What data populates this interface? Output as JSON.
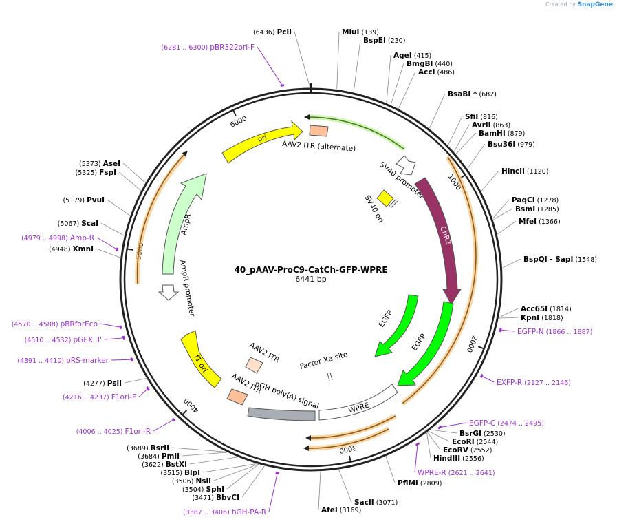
{
  "credit": {
    "prefix": "Created by",
    "brand": "SnapGene"
  },
  "plasmid": {
    "name": "40_pAAV-ProC9-CatCh-GFP-WPRE",
    "length_label": "6441 bp",
    "length": 6441
  },
  "ticks": [
    "1000",
    "2000",
    "3000",
    "4000",
    "5000",
    "6000"
  ],
  "features": [
    {
      "id": "aav2-itr-alt",
      "label": "AAV2 ITR (alternate)",
      "color": "#ffbf99",
      "shape": "box"
    },
    {
      "id": "sv40-promoter",
      "label": "SV40 promoter",
      "color": "#ffffff",
      "shape": "arrow"
    },
    {
      "id": "sv40-ori",
      "label": "SV40 ori",
      "color": "#ffff00",
      "shape": "box"
    },
    {
      "id": "chr2",
      "label": "ChR2",
      "color": "#993366",
      "shape": "arrow"
    },
    {
      "id": "egfp-1",
      "label": "EGFP",
      "color": "#00ff00",
      "shape": "arrow"
    },
    {
      "id": "egfp-2",
      "label": "EGFP",
      "color": "#00ff00",
      "shape": "arrow"
    },
    {
      "id": "wpre",
      "label": "WPRE",
      "color": "#ffffff",
      "shape": "box"
    },
    {
      "id": "hgh-polya",
      "label": "hGH poly(A) signal",
      "color": "#a8aeb3",
      "shape": "box"
    },
    {
      "id": "aav2-itr-1",
      "label": "AAV2 ITR",
      "color": "#ffbf99",
      "shape": "box"
    },
    {
      "id": "aav2-itr-2",
      "label": "AAV2 ITR",
      "color": "#ffe0cc",
      "shape": "box"
    },
    {
      "id": "f1-ori",
      "label": "f1 ori",
      "color": "#ffff00",
      "shape": "arrow"
    },
    {
      "id": "factor-xa",
      "label": "Factor Xa site",
      "color": "#ffffff",
      "shape": "site"
    },
    {
      "id": "ampr-promoter",
      "label": "AmpR promoter",
      "color": "#ffffff",
      "shape": "arrow"
    },
    {
      "id": "ampr",
      "label": "AmpR",
      "color": "#ccffcc",
      "shape": "arrow"
    },
    {
      "id": "ori",
      "label": "ori",
      "color": "#ffff00",
      "shape": "arrow"
    }
  ],
  "enzymes": [
    {
      "name": "PciI",
      "pos": "(6436)"
    },
    {
      "name": "MluI",
      "pos": "(139)"
    },
    {
      "name": "BspEI",
      "pos": "(230)"
    },
    {
      "name": "AgeI",
      "pos": "(415)"
    },
    {
      "name": "BmgBI",
      "pos": "(440)"
    },
    {
      "name": "AccI",
      "pos": "(486)"
    },
    {
      "name": "BsaBI *",
      "pos": "(682)"
    },
    {
      "name": "SfiI",
      "pos": "(816)"
    },
    {
      "name": "AvrII",
      "pos": "(863)"
    },
    {
      "name": "BamHI",
      "pos": "(879)"
    },
    {
      "name": "Bsu36I",
      "pos": "(979)"
    },
    {
      "name": "HincII",
      "pos": "(1120)"
    },
    {
      "name": "PaqCI",
      "pos": "(1278)"
    },
    {
      "name": "BsmI",
      "pos": "(1285)"
    },
    {
      "name": "MfeI",
      "pos": "(1366)"
    },
    {
      "name": "BspQI",
      "extra": "- SapI",
      "pos": "(1548)"
    },
    {
      "name": "Acc65I",
      "pos": "(1814)"
    },
    {
      "name": "KpnI",
      "pos": "(1818)"
    },
    {
      "name": "BsrGI",
      "pos": "(2530)"
    },
    {
      "name": "EcoRI",
      "pos": "(2544)"
    },
    {
      "name": "EcoRV",
      "pos": "(2552)"
    },
    {
      "name": "HindIII",
      "pos": "(2556)"
    },
    {
      "name": "PflMI",
      "pos": "(2809)"
    },
    {
      "name": "SacII",
      "pos": "(3071)"
    },
    {
      "name": "AfeI",
      "pos": "(3169)"
    },
    {
      "name": "BbvCI",
      "pos": "(3471)"
    },
    {
      "name": "SphI",
      "pos": "(3504)"
    },
    {
      "name": "NsiI",
      "pos": "(3506)"
    },
    {
      "name": "BlpI",
      "pos": "(3515)"
    },
    {
      "name": "BstXI",
      "pos": "(3622)"
    },
    {
      "name": "PmlI",
      "pos": "(3684)"
    },
    {
      "name": "RsrII",
      "pos": "(3689)"
    },
    {
      "name": "PsiI",
      "pos": "(4277)"
    },
    {
      "name": "XmnI",
      "pos": "(4948)"
    },
    {
      "name": "ScaI",
      "pos": "(5067)"
    },
    {
      "name": "PvuI",
      "pos": "(5179)"
    },
    {
      "name": "FspI",
      "pos": "(5325)"
    },
    {
      "name": "AseI",
      "pos": "(5373)"
    }
  ],
  "primers": [
    {
      "name": "pBR322ori-F",
      "range": "(6281 .. 6300)"
    },
    {
      "name": "EGFP-N",
      "range": "(1866 .. 1887)"
    },
    {
      "name": "EXFP-R",
      "range": "(2127 .. 2146)"
    },
    {
      "name": "EGFP-C",
      "range": "(2474 .. 2495)"
    },
    {
      "name": "WPRE-R",
      "range": "(2621 .. 2641)"
    },
    {
      "name": "hGH-PA-R",
      "range": "(3387 .. 3406)"
    },
    {
      "name": "F1ori-R",
      "range": "(4006 .. 4025)"
    },
    {
      "name": "F1ori-F",
      "range": "(4216 .. 4237)"
    },
    {
      "name": "pRS-marker",
      "range": "(4391 .. 4410)"
    },
    {
      "name": "pGEX 3'",
      "range": "(4510 .. 4532)"
    },
    {
      "name": "pBRforEco",
      "range": "(4570 .. 4588)"
    },
    {
      "name": "Amp-R",
      "range": "(4979 .. 4998)"
    }
  ],
  "colors": {
    "enzyme_line": "#888888",
    "primer": "#9933cc",
    "orf": "#f5a623",
    "backbone": "#222222"
  }
}
